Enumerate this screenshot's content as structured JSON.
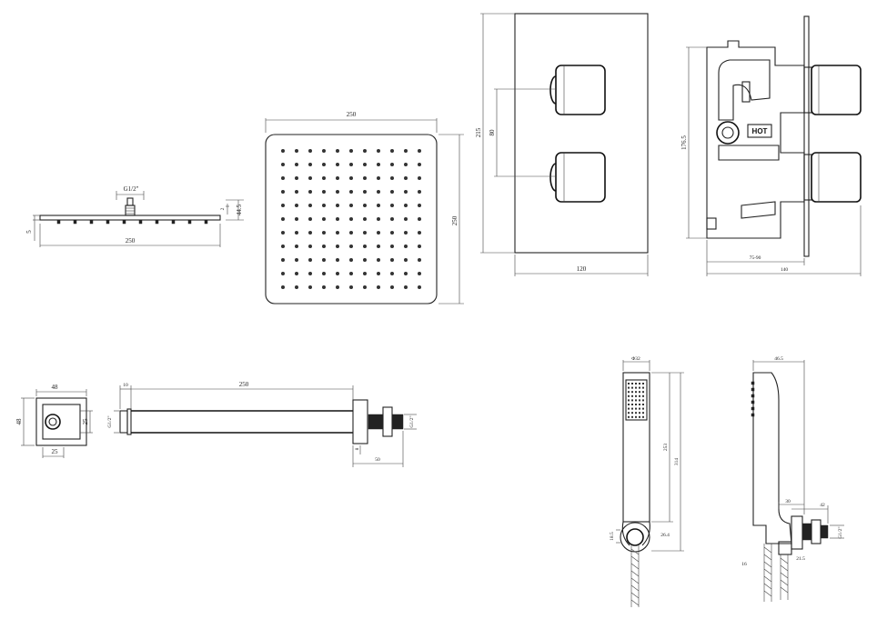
{
  "head_side": {
    "w": "250",
    "h": "44.5",
    "t": "5",
    "small": "2",
    "thread": "G1/2\""
  },
  "head_top": {
    "w": "250",
    "h": "250"
  },
  "valve_front": {
    "h": "215",
    "spacing": "80",
    "w": "120"
  },
  "valve_side": {
    "h": "176.5",
    "depth": "75-90",
    "total": "140",
    "label": "HOT"
  },
  "flange": {
    "w": "48",
    "h": "48",
    "inner_h": "25",
    "inner_w": "25"
  },
  "arm": {
    "l": "250",
    "flange_t": "10",
    "thread_l": "G1/2\"",
    "thread_r": "G1/2\"",
    "nut": "50",
    "gap": "8"
  },
  "handset_front": {
    "w": "Φ32",
    "total": "314",
    "body": "253",
    "elbow_l": "18.5",
    "elbow_r": "26.4"
  },
  "handset_side": {
    "w": "46.5",
    "off": "30",
    "depth": "42",
    "thread": "G1/2\"",
    "lw": "16",
    "lh": "21.5"
  }
}
